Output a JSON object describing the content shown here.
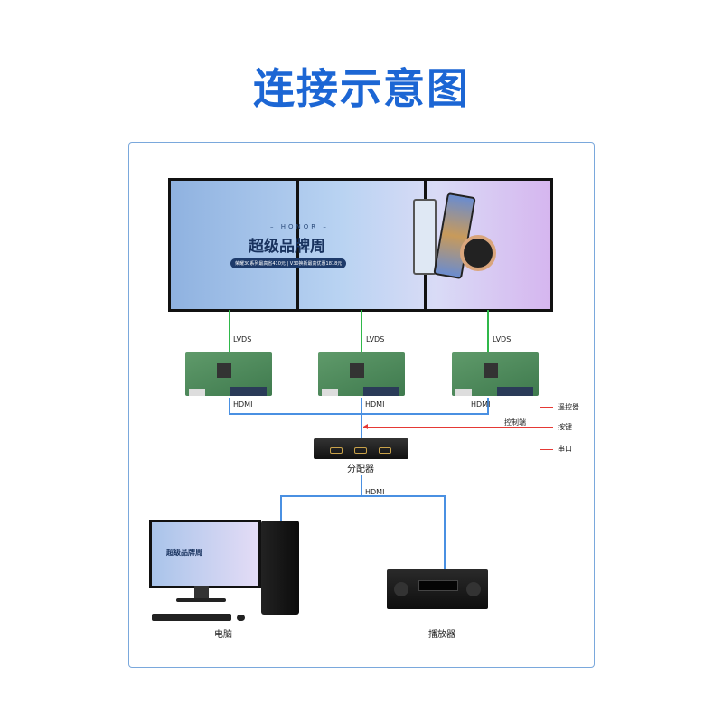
{
  "title": "连接示意图",
  "screen": {
    "brand": "– HONOR –",
    "headline": "超级品牌周",
    "promo": "荣耀30系列最高省410元 | V30换新最高优惠1818元"
  },
  "labels": {
    "lvds": "LVDS",
    "hdmi": "HDMI",
    "control": "控制端",
    "remote": "遥控器",
    "keys": "按键",
    "serial": "串口",
    "splitter": "分配器",
    "computer": "电脑",
    "player": "播放器"
  },
  "colors": {
    "title": "#1c66d4",
    "hdmi_line": "#4a90e2",
    "lvds_line": "#2fb84a",
    "control_line": "#e53935"
  }
}
